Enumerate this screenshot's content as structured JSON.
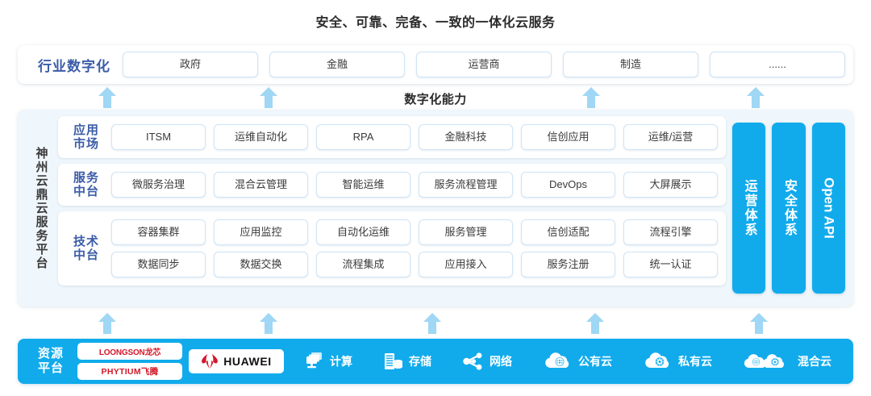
{
  "title": "安全、可靠、完备、一致的一体化云服务",
  "capability_caption": "数字化能力",
  "colors": {
    "accent_blue": "#11abec",
    "label_navy": "#3b5ca8",
    "arrow_blue": "#9fd7f4",
    "panel_bg": "#f0f7fc",
    "chip_border": "#cfe4f5",
    "logo_red": "#d3182a"
  },
  "industry": {
    "label": "行业数字化",
    "items": [
      "政府",
      "金融",
      "运营商",
      "制造",
      "......"
    ]
  },
  "platform": {
    "vertical_label": "神州云鼎云服务平台",
    "rows": [
      {
        "name": "app-market",
        "label": "应用\n市场",
        "label_line1": "应用",
        "label_line2": "市场",
        "items": [
          "ITSM",
          "运维自动化",
          "RPA",
          "金融科技",
          "信创应用",
          "运维/运营"
        ]
      },
      {
        "name": "service-middle",
        "label_line1": "服务",
        "label_line2": "中台",
        "items": [
          "微服务治理",
          "混合云管理",
          "智能运维",
          "服务流程管理",
          "DevOps",
          "大屏展示"
        ]
      },
      {
        "name": "tech-middle",
        "label_line1": "技术",
        "label_line2": "中台",
        "items_row1": [
          "容器集群",
          "应用监控",
          "自动化运维",
          "服务管理",
          "信创适配",
          "流程引擎"
        ],
        "items_row2": [
          "数据同步",
          "数据交换",
          "流程集成",
          "应用接入",
          "服务注册",
          "统一认证"
        ]
      }
    ],
    "pillars": [
      "运营体系",
      "安全体系",
      "Open API"
    ]
  },
  "resource": {
    "label_line1": "资源",
    "label_line2": "平台",
    "logos": [
      {
        "name": "loongson",
        "text": "LOONGSON",
        "suffix": "龙芯"
      },
      {
        "name": "phytium",
        "text": "PHYTIUM",
        "suffix": "飞腾"
      },
      {
        "name": "huawei",
        "text": "HUAWEI"
      }
    ],
    "items": [
      {
        "icon": "compute-icon",
        "label": "计算"
      },
      {
        "icon": "storage-icon",
        "label": "存储"
      },
      {
        "icon": "network-icon",
        "label": "网络"
      },
      {
        "icon": "public-cloud-icon",
        "label": "公有云"
      },
      {
        "icon": "private-cloud-icon",
        "label": "私有云"
      },
      {
        "icon": "hybrid-cloud-icon",
        "label": "混合云"
      }
    ]
  }
}
